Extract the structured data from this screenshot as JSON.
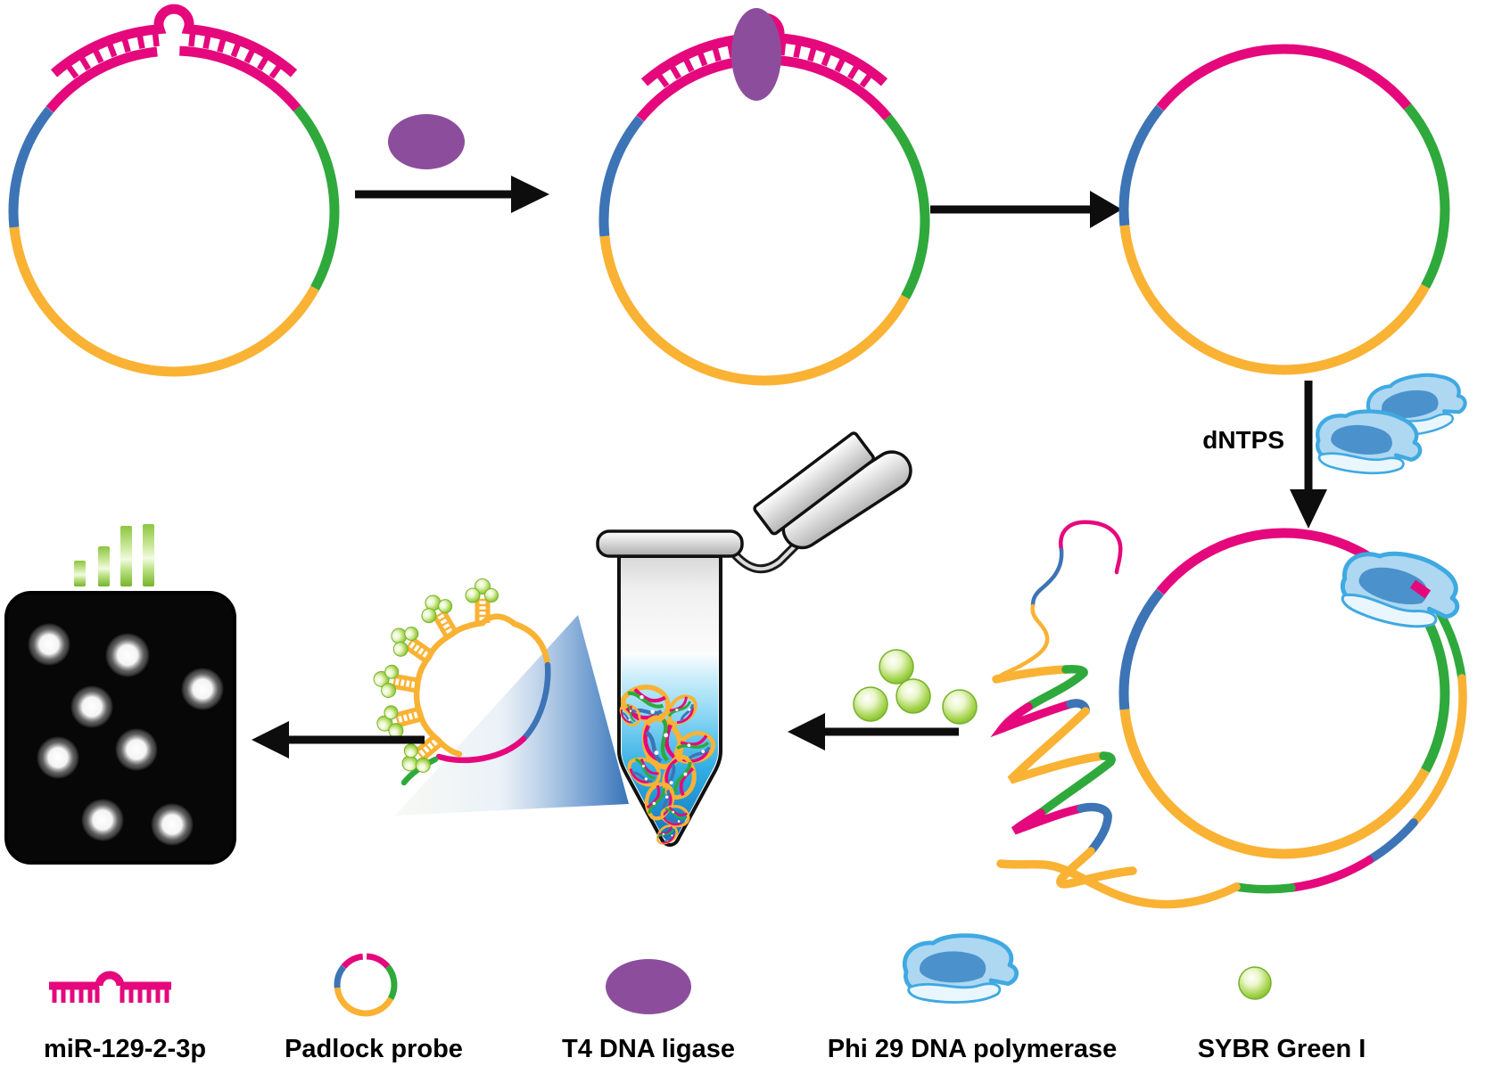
{
  "figure": {
    "kind": "rolling-circle-amplification assay schematic",
    "labels": {
      "dntps": "dNTPS"
    },
    "legend": [
      {
        "id": "mirna",
        "label": "miR-129-2-3p",
        "icon": "mirna-comb-icon"
      },
      {
        "id": "padlock-probe",
        "label": "Padlock probe",
        "icon": "nicked-circle-icon"
      },
      {
        "id": "t4-ligase",
        "label": "T4 DNA ligase",
        "icon": "purple-ellipse-icon"
      },
      {
        "id": "phi29",
        "label": "Phi 29 DNA polymerase",
        "icon": "blue-enzyme-icon"
      },
      {
        "id": "sybr",
        "label": "SYBR Green I",
        "icon": "green-sphere-icon"
      }
    ],
    "readout": {
      "fluorescent_spot_count": 8,
      "signal_bar_count": 4
    },
    "colors": {
      "mirna_pink": "#E5087D",
      "probe_blue": "#3D74B5",
      "probe_green": "#2FA93C",
      "probe_yellow": "#F9B233",
      "ligase_purple": "#8C4E9C",
      "polymerase_fill": "#AED7F2",
      "polymerase_outline": "#3FA9E1",
      "polymerase_core": "#4B92CC",
      "sybr_green": "#8CC63F",
      "arrow_black": "#0D0D0D",
      "tube_liquid_blue": "#29ABE2"
    }
  }
}
